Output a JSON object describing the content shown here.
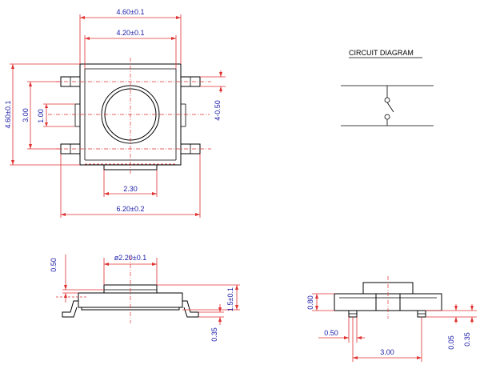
{
  "dimensions": {
    "top_width_outer": "4.60±0.1",
    "top_width_inner": "4.20±0.1",
    "height_total": "4.60±0.1",
    "pin_pitch": "3.00",
    "pin_inner": "1.00",
    "pin_width": "4-0.50",
    "stem_width": "2.30",
    "overall_length": "6.20±0.2",
    "plunger_diameter": "ø2.20±0.1",
    "plunger_top": "0.50",
    "body_height": "1.5±0.1",
    "lead_thickness": "0.35",
    "side_height": "0.80",
    "side_pin_width": "0.50",
    "side_pitch": "3.00",
    "side_gap": "0.05",
    "side_thickness": "0.35"
  },
  "circuit": {
    "title": "CIRCUIT DIAGRAM"
  },
  "colors": {
    "dimension": "#e03030",
    "text": "#1a1aa8",
    "outline": "#000000"
  }
}
